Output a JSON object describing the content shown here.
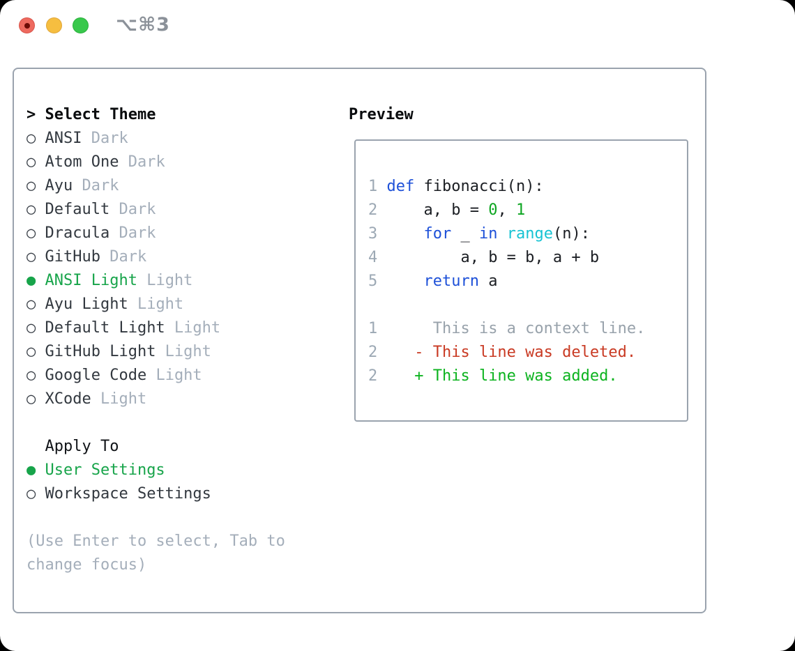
{
  "window": {
    "shortcut_label": "⌥⌘3",
    "traffic_lights": [
      "close",
      "minimize",
      "zoom"
    ]
  },
  "theme_panel": {
    "header_prefix": ">",
    "header_label": " Select Theme",
    "symbols": {
      "selected": "●",
      "unselected": "○"
    },
    "themes": [
      {
        "name": "ANSI",
        "variant": "Dark",
        "selected": false
      },
      {
        "name": "Atom One",
        "variant": "Dark",
        "selected": false
      },
      {
        "name": "Ayu",
        "variant": "Dark",
        "selected": false
      },
      {
        "name": "Default",
        "variant": "Dark",
        "selected": false
      },
      {
        "name": "Dracula",
        "variant": "Dark",
        "selected": false
      },
      {
        "name": "GitHub",
        "variant": "Dark",
        "selected": false
      },
      {
        "name": "ANSI Light",
        "variant": "Light",
        "selected": true
      },
      {
        "name": "Ayu Light",
        "variant": "Light",
        "selected": false
      },
      {
        "name": "Default Light",
        "variant": "Light",
        "selected": false
      },
      {
        "name": "GitHub Light",
        "variant": "Light",
        "selected": false
      },
      {
        "name": "Google Code",
        "variant": "Light",
        "selected": false
      },
      {
        "name": "XCode",
        "variant": "Light",
        "selected": false
      }
    ],
    "apply_to": {
      "label": "  Apply To",
      "options": [
        {
          "name": "User Settings",
          "selected": true
        },
        {
          "name": "Workspace Settings",
          "selected": false
        }
      ]
    },
    "help_lines": [
      "(Use Enter to select, Tab to",
      "change focus)"
    ]
  },
  "preview_panel": {
    "header": "Preview",
    "code_lines": [
      [
        [
          "ln",
          "1 "
        ],
        [
          "kw",
          "def"
        ],
        [
          "tx",
          " fibonacci(n):"
        ]
      ],
      [
        [
          "ln",
          "2 "
        ],
        [
          "tx",
          "    a, b = "
        ],
        [
          "num",
          "0"
        ],
        [
          "tx",
          ", "
        ],
        [
          "num",
          "1"
        ]
      ],
      [
        [
          "ln",
          "3 "
        ],
        [
          "tx",
          "    "
        ],
        [
          "kw",
          "for"
        ],
        [
          "tx",
          " _ "
        ],
        [
          "kw",
          "in"
        ],
        [
          "tx",
          " "
        ],
        [
          "fn",
          "range"
        ],
        [
          "tx",
          "(n):"
        ]
      ],
      [
        [
          "ln",
          "4 "
        ],
        [
          "tx",
          "        a, b = b, a + b"
        ]
      ],
      [
        [
          "ln",
          "5 "
        ],
        [
          "tx",
          "    "
        ],
        [
          "kw",
          "return"
        ],
        [
          "tx",
          " a"
        ]
      ],
      [],
      [
        [
          "ln",
          "1"
        ],
        [
          "ctx",
          "      This is a context line."
        ]
      ],
      [
        [
          "ln",
          "2"
        ],
        [
          "del",
          "    - This line was deleted."
        ]
      ],
      [
        [
          "ln",
          "2"
        ],
        [
          "add",
          "    + This line was added."
        ]
      ]
    ]
  },
  "colors": {
    "selection_green": "#17a44a",
    "keyword_blue": "#1d50d8",
    "builtin_cyan": "#17c3d3",
    "number_green": "#0ca520",
    "added_green": "#0cb31f",
    "deleted_red": "#c93a23",
    "muted_gray": "#a4aeba",
    "border_gray": "#9aa3ae"
  }
}
